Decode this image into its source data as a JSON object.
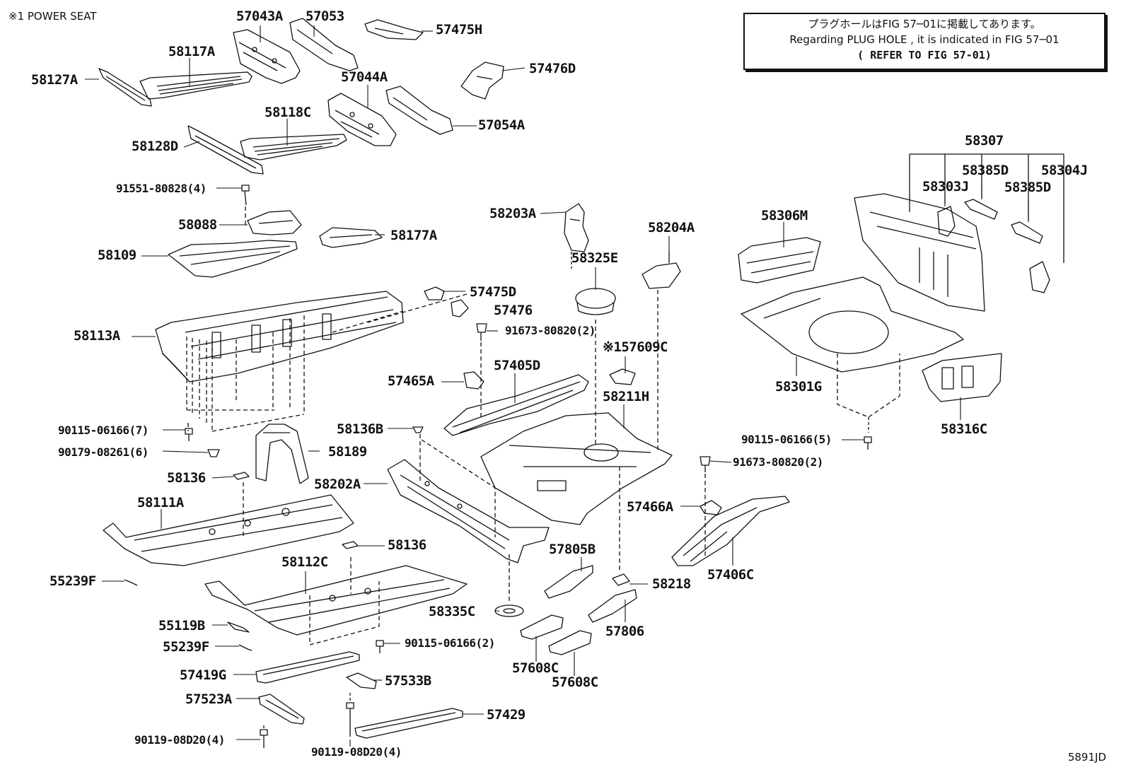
{
  "header_note": "※1 POWER SEAT",
  "notice": {
    "line1": "プラグホールはFIG 57─01に掲載してあります。",
    "line2": "Regarding PLUG HOLE , it is indicated in FIG 57─01",
    "line3": "( REFER TO FIG 57-01)"
  },
  "figure_code": "5891JD",
  "parts": {
    "p57043A": "57043A",
    "p57053": "57053",
    "p57475H": "57475H",
    "p57476D": "57476D",
    "p58117A": "58117A",
    "p58127A": "58127A",
    "p57044A": "57044A",
    "p58118C": "58118C",
    "p57054A": "57054A",
    "p58128D": "58128D",
    "p91551": "91551-80828(4)",
    "p58088": "58088",
    "p58177A": "58177A",
    "p58109": "58109",
    "p58203A": "58203A",
    "p58204A": "58204A",
    "p58325E": "58325E",
    "p58307": "58307",
    "p58385D_1": "58385D",
    "p58304J": "58304J",
    "p58303J": "58303J",
    "p58385D_2": "58385D",
    "p58306M": "58306M",
    "p57475D": "57475D",
    "p57476": "57476",
    "p58113A": "58113A",
    "p91673_1": "91673-80820(2)",
    "p57609C": "※157609C",
    "p57465A": "57465A",
    "p57405D": "57405D",
    "p58211H": "58211H",
    "p58301G": "58301G",
    "p58316C": "58316C",
    "p90115_7": "90115-06166(7)",
    "p58136B": "58136B",
    "p58189": "58189",
    "p90179": "90179-08261(6)",
    "p90115_5": "90115-06166(5)",
    "p91673_2": "91673-80820(2)",
    "p58136_1": "58136",
    "p58202A": "58202A",
    "p58111A": "58111A",
    "p57466A": "57466A",
    "p58136_2": "58136",
    "p57805B": "57805B",
    "p58112C": "58112C",
    "p55239F_1": "55239F",
    "p58218": "58218",
    "p57406C": "57406C",
    "p58335C": "58335C",
    "p55119B": "55119B",
    "p57806": "57806",
    "p90115_2": "90115-06166(2)",
    "p55239F_2": "55239F",
    "p57608C_1": "57608C",
    "p57608C_2": "57608C",
    "p57419G": "57419G",
    "p57533B": "57533B",
    "p57523A": "57523A",
    "p57429": "57429",
    "p90119_1": "90119-08D20(4)",
    "p90119_2": "90119-08D20(4)"
  }
}
